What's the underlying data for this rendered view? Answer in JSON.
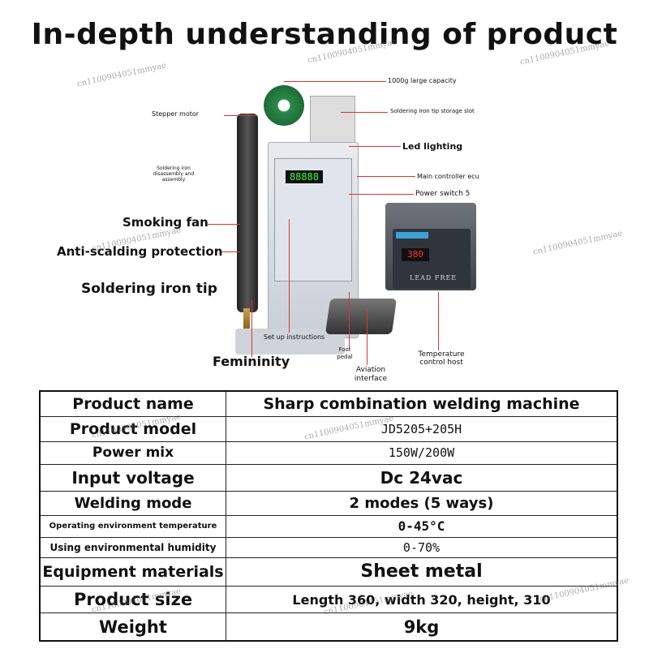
{
  "title": "In-depth understanding of product",
  "watermark": "cn1100904051mmyae",
  "colors": {
    "callout_line": "#dd3333",
    "host_display": "#ff3333",
    "controller_display": "#33ff33"
  },
  "illustration": {
    "controller_display": "88888",
    "host_display": "380",
    "host_badge": "LEAD FREE",
    "callouts": {
      "capacity": "1000g large capacity",
      "tip_storage": "Soldering iron tip storage slot",
      "stepper_motor": "Stepper motor",
      "led": "Led lighting",
      "disassembly": "Soldering iron disassembly and assembly",
      "main_controller": "Main controller ecu",
      "power_switch": "Power switch 5",
      "smoking_fan": "Smoking fan",
      "anti_scalding": "Anti-scalding protection",
      "iron_tip": "Soldering iron tip",
      "setup_instructions": "Set up instructions",
      "femininity": "Femininity",
      "foot_pedal": "Foot pedal",
      "aviation": "Aviation interface",
      "temp_host": "Temperature control host"
    }
  },
  "specs": [
    {
      "key": "Product name",
      "value": "Sharp combination welding machine"
    },
    {
      "key": "Product model",
      "value": "JD5205+205H"
    },
    {
      "key": "Power mix",
      "value": "150W/200W"
    },
    {
      "key": "Input voltage",
      "value": "Dc 24vac"
    },
    {
      "key": "Welding mode",
      "value": "2 modes (5 ways)"
    },
    {
      "key": "Operating environment temperature",
      "value": "0-45°C"
    },
    {
      "key": "Using environmental humidity",
      "value": "0-70%"
    },
    {
      "key": "Equipment materials",
      "value": "Sheet metal"
    },
    {
      "key": "Product size",
      "value": "Length 360, width 320, height, 310"
    },
    {
      "key": "Weight",
      "value": "9kg"
    }
  ]
}
